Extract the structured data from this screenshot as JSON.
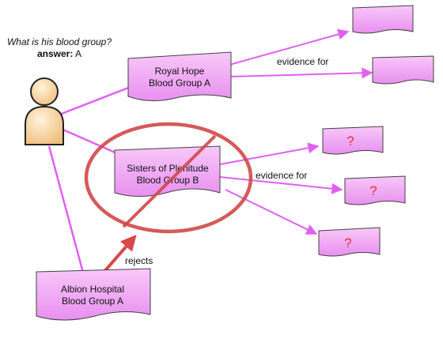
{
  "question": {
    "text": "What is his blood group?",
    "answer_label": "answer:",
    "answer_value": "A"
  },
  "sources": {
    "royal_hope": {
      "line1": "Royal Hope",
      "line2": "Blood Group A"
    },
    "sisters": {
      "line1": "Sisters of Plenitude",
      "line2": "Blood Group B"
    },
    "albion": {
      "line1": "Albion Hospital",
      "line2": "Blood Group A"
    }
  },
  "edges": {
    "evidence_for_1": "evidence for",
    "evidence_for_2": "evidence for",
    "rejects": "rejects"
  },
  "unknown_marker": "?",
  "colors": {
    "node_fill": "#f0a0f0",
    "node_stroke": "#404040",
    "edge": "#e060f0",
    "reject": "#d84848",
    "person": "#f5d09a"
  }
}
